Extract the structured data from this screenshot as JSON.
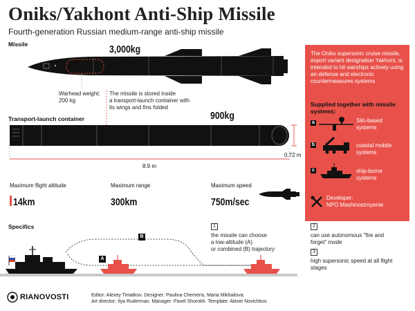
{
  "title": "Oniks/Yakhont Anti-Ship Missile",
  "subtitle": "Fourth-generation Russian medium-range anti-ship missile",
  "missile": {
    "section_label": "Missile",
    "weight": "3,000kg",
    "warhead_note": "Warhead weight:\n200 kg",
    "storage_note": "The missile is stored inside\na transport-launch container with\nits wings and fins folded"
  },
  "container": {
    "section_label": "Transport-launch container",
    "weight": "900kg",
    "length": "8.9 m",
    "diameter": "0.72 m"
  },
  "specs": [
    {
      "label": "Maximum flight altitude",
      "value": "14km"
    },
    {
      "label": "Maximum range",
      "value": "300km"
    },
    {
      "label": "Maximum speed",
      "value": "750m/sec"
    }
  ],
  "panel": {
    "intro": "The Oniks supersonic cruise missile, export variant designation Yakhont, is intended to hit warships actively using air-defense and electronic countermeasures systems",
    "heading": "Supplied together with missile systems:",
    "items": [
      {
        "letter": "a",
        "text": "Silo-based\nsystems",
        "icon": "silo-icon"
      },
      {
        "letter": "b",
        "text": "coastal mobile\nsystems",
        "icon": "truck-launcher-icon"
      },
      {
        "letter": "c",
        "text": "ship-borne\nsystems",
        "icon": "warship-icon"
      }
    ],
    "developer_label": "Developer:",
    "developer": "NPO Mashinostroyenie",
    "developer_icon": "tools-icon"
  },
  "specifics": {
    "section_label": "Specifics",
    "trajectory_a": "A",
    "trajectory_b": "B",
    "points": [
      {
        "num": "1",
        "text": "the missile can choose\na low-altitude (A)\nor combined (B) trajectory"
      },
      {
        "num": "2",
        "text": "can use autonomous \"fire and\nforget\" mode"
      },
      {
        "num": "3",
        "text": "high supersonic speed at all flight\nstages"
      }
    ]
  },
  "logo": "RIANOVOSTI",
  "credits": "Editor: Alexey Timatkov. Designer: Paulina Chemeris, Maria Mikhailova.\nArt director: Ilya Ruderman. Manager: Pavel Shorokh. Template: Alexei Novichkov.",
  "colors": {
    "accent": "#e8514a",
    "dark": "#111111",
    "panel_text": "#ffffff"
  }
}
